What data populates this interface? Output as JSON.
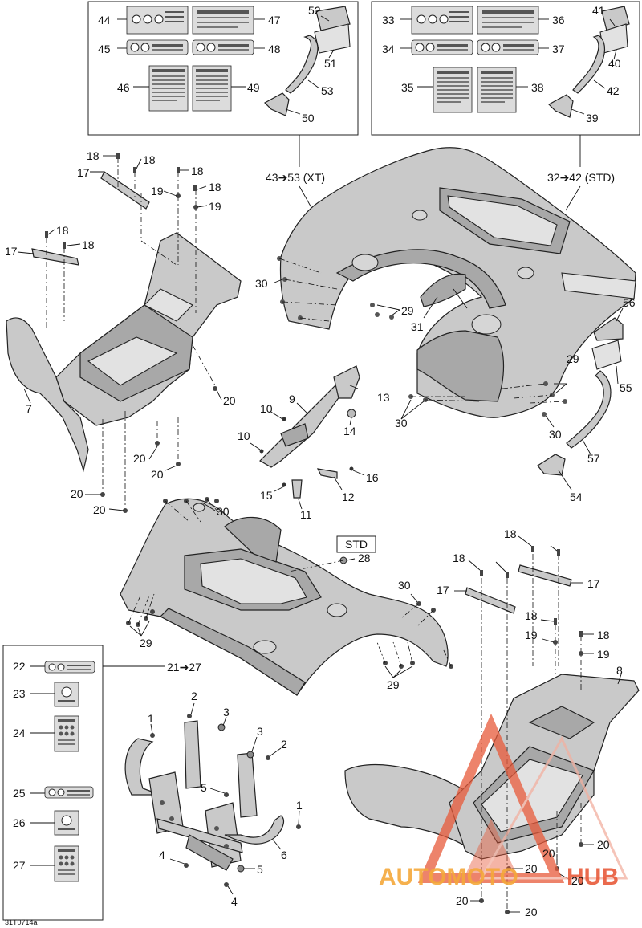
{
  "diagram_id": "31T0714a",
  "kit_boxes": {
    "xt": {
      "range": "43➔53 (XT)"
    },
    "std": {
      "range": "32➔42 (STD)"
    },
    "decals_front": {
      "range": "21➔27"
    }
  },
  "std_tag": "STD",
  "callouts": {
    "n44": "44",
    "n47": "47",
    "n45": "45",
    "n48": "48",
    "n46": "46",
    "n49": "49",
    "n52": "52",
    "n51": "51",
    "n53": "53",
    "n50": "50",
    "n33": "33",
    "n36": "36",
    "n34": "34",
    "n37": "37",
    "n35": "35",
    "n38": "38",
    "n41": "41",
    "n40": "40",
    "n42": "42",
    "n39": "39",
    "n18a": "18",
    "n18b": "18",
    "n18c": "18",
    "n18d": "18",
    "n18e": "18",
    "n18f": "18",
    "n17a": "17",
    "n17b": "17",
    "n19a": "19",
    "n19b": "19",
    "n30a": "30",
    "n29a": "29",
    "n31": "31",
    "n56": "56",
    "n55": "55",
    "n57": "57",
    "n54": "54",
    "n29b": "29",
    "n30b": "30",
    "n30c": "30",
    "n9": "9",
    "n13": "13",
    "n10a": "10",
    "n14": "14",
    "n10b": "10",
    "n16": "16",
    "n15": "15",
    "n12": "12",
    "n11": "11",
    "n7": "7",
    "n20a": "20",
    "n20b": "20",
    "n20c": "20",
    "n20d": "20",
    "n20e": "20",
    "n30d": "30",
    "n28": "28",
    "n29c": "29",
    "n30e": "30",
    "n29d": "29",
    "n18g": "18",
    "n18h": "18",
    "n17c": "17",
    "n17d": "17",
    "n18i": "18",
    "n18j": "18",
    "n19c": "19",
    "n19d": "19",
    "n8": "8",
    "n22": "22",
    "n23": "23",
    "n24": "24",
    "n25": "25",
    "n26": "26",
    "n27": "27",
    "n2a": "2",
    "n3a": "3",
    "n1a": "1",
    "n3b": "3",
    "n2b": "2",
    "n5a": "5",
    "n1b": "1",
    "n6": "6",
    "n4a": "4",
    "n5b": "5",
    "n4b": "4",
    "n20f": "20",
    "n20g": "20",
    "n20h": "20",
    "n20i": "20",
    "n20j": "20"
  },
  "watermark": {
    "text_a": "AUTOMOTO",
    "text_b": "HUB",
    "color": "#e85a3a",
    "accent": "#f4a83a"
  }
}
